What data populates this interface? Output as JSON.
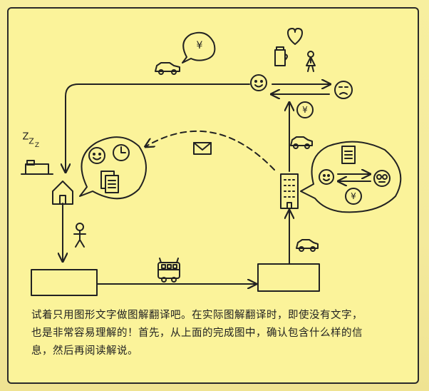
{
  "diagram": {
    "yen": "¥",
    "sleep_z": "Z",
    "caption_lines": [
      "试着只用图形文字做图解翻译吧。在实际图解翻译时，即使没有文字，",
      "也是非常容易理解的！首先，从上面的完成图中，确认包含什么样的信",
      "息，然后再阅读解说。"
    ]
  }
}
